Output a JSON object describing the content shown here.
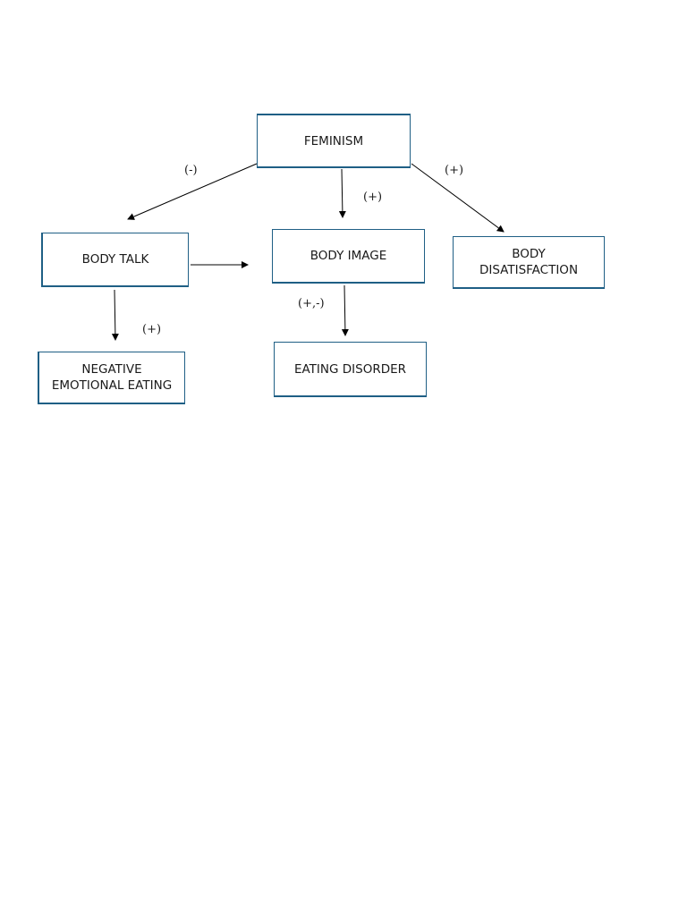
{
  "nodes": {
    "feminism": "FEMINISM",
    "body_talk": "BODY TALK",
    "body_image": "BODY IMAGE",
    "body_dissatisfaction": "BODY\nDISATISFACTION",
    "negative_emotional_eating": "NEGATIVE\nEMOTIONAL EATING",
    "eating_disorder": "EATING DISORDER"
  },
  "edges": {
    "feminism_to_body_talk": "(-)",
    "feminism_to_body_image": "(+)",
    "feminism_to_body_dissatisfaction": "(+)",
    "body_talk_to_negative_emotional_eating": "(+)",
    "body_image_to_eating_disorder": "(+,-)"
  },
  "colors": {
    "box_border": "#1f5f85",
    "arrow": "#000000"
  }
}
